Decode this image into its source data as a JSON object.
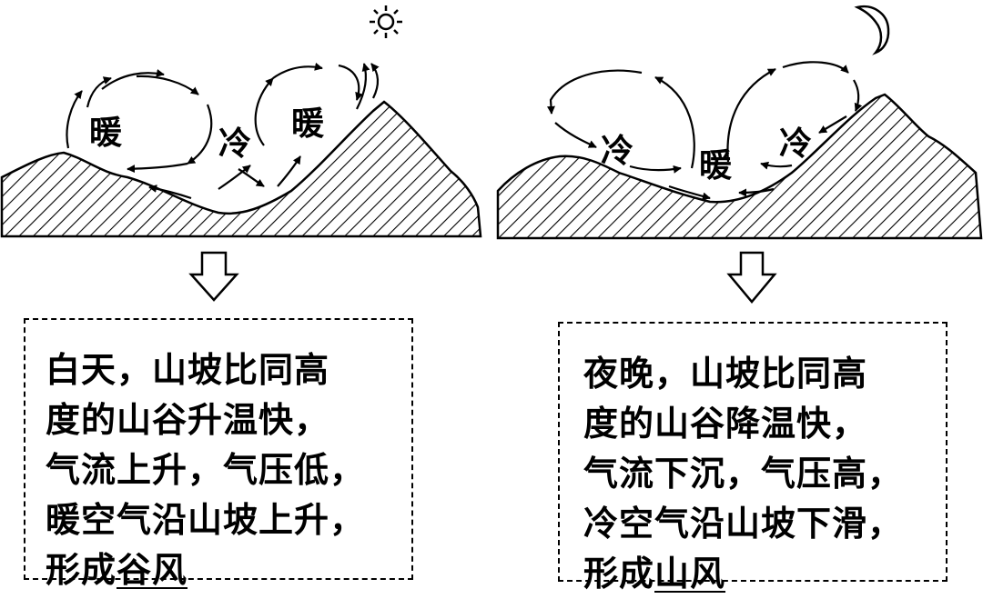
{
  "day": {
    "labels": {
      "warm_left": "暖",
      "cold_valley": "冷",
      "warm_right": "暖"
    },
    "icon": "sun-icon",
    "text": {
      "line1": "白天，山坡比同高",
      "line2": "度的山谷升温快，",
      "line3": "气流上升，气压低，",
      "line4": "暖空气沿山坡上升，",
      "line5_prefix": "形成",
      "line5_term": "谷风"
    }
  },
  "night": {
    "labels": {
      "cold_left": "冷",
      "warm_valley": "暖",
      "cold_right": "冷"
    },
    "icon": "crescent-moon-icon",
    "text": {
      "line1": "夜晚，山坡比同高",
      "line2": "度的山谷降温快，",
      "line3": "气流下沉，气压高，",
      "line4": "冷空气沿山坡下滑，",
      "line5_prefix": "形成",
      "line5_term": "山风"
    }
  },
  "colors": {
    "ink": "#000000",
    "background": "#ffffff"
  }
}
